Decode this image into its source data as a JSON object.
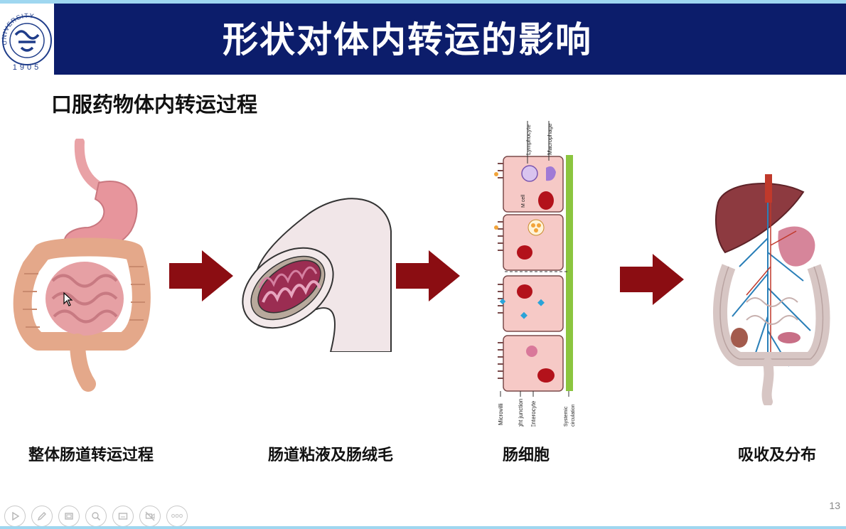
{
  "slide": {
    "title": "形状对体内转运的影响",
    "subtitle": "口服药物体内转运过程",
    "page_number": "13"
  },
  "logo": {
    "ring_text": "UNIVERSITY",
    "year": "1905"
  },
  "panels": [
    {
      "caption": "整体肠道转运过程",
      "icon": "digestive-system-illustration"
    },
    {
      "caption": "肠道粘液及肠绒毛",
      "icon": "intestine-cross-section-illustration"
    },
    {
      "caption": "肠细胞",
      "icon": "enterocyte-diagram"
    },
    {
      "caption": "吸收及分布",
      "icon": "organ-distribution-illustration"
    }
  ],
  "cell_diagram_labels": {
    "lymphocyte": "Lymphocyte",
    "macrophage": "Macrophage",
    "m_cell": "M cell",
    "microvilli": "Microvilli",
    "tight_junction": "Tight junction",
    "enterocyte": "Enterocyte",
    "systemic_1": "Systemic",
    "systemic_2": "circulation"
  },
  "toolbar": {
    "buttons": [
      "play-icon",
      "pen-icon",
      "slides-icon",
      "zoom-icon",
      "subtitle-icon",
      "camera-off-icon",
      "more-icon"
    ],
    "more_label": "ooo"
  },
  "colors": {
    "title_bar": "#0c1d6b",
    "arrow": "#8b0d12",
    "accent_line": "#9fd7f0"
  }
}
